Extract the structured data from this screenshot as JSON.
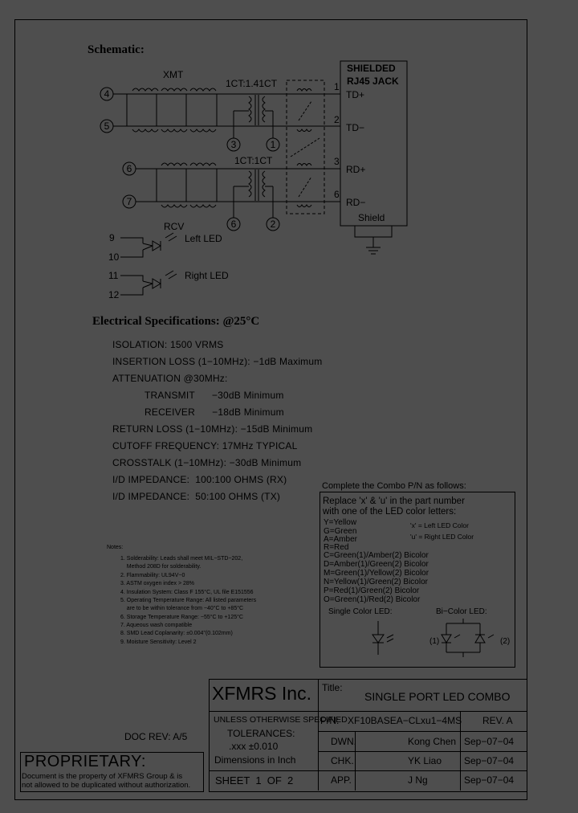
{
  "schematic": {
    "title": "Schematic:",
    "jack_title_1": "SHIELDED",
    "jack_title_2": "RJ45 JACK",
    "jack_pins": [
      "TD+",
      "TD−",
      "RD+",
      "RD−"
    ],
    "jack_pin_numbers": [
      "1",
      "2",
      "3",
      "6"
    ],
    "shield_label": "Shield",
    "xmt_label": "XMT",
    "rcv_label": "RCV",
    "xmt_ratio": "1CT:1.41CT",
    "rcv_ratio": "1CT:1CT",
    "left_pins": [
      "4",
      "5",
      "6",
      "7"
    ],
    "tap_pins": [
      "3",
      "1",
      "6",
      "2"
    ],
    "led_pins": [
      "9",
      "10",
      "11",
      "12"
    ],
    "left_led": "Left LED",
    "right_led": "Right LED"
  },
  "electrical": {
    "title": "Electrical Specifications: @25°C",
    "lines": [
      "ISOLATION:  1500 VRMS",
      "INSERTION LOSS (1−10MHz): −1dB Maximum",
      "ATTENUATION @30MHz:",
      "TRANSMIT      −30dB Minimum",
      "RECEIVER      −18dB Minimum",
      "RETURN LOSS (1−10MHz): −15dB Minimum",
      "CUTOFF FREQUENCY: 17MHz TYPICAL",
      "CROSSTALK (1−10MHz): −30dB Minimum",
      "I/D IMPEDANCE:  100:100 OHMS (RX)",
      "I/D IMPEDANCE:  50:100 OHMS (TX)"
    ]
  },
  "notes": {
    "title": "Notes:",
    "items": [
      "1. Solderability: Leads shall meet MIL−STD−202,",
      "    Method 208D for solderability.",
      "2. Flammability: UL94V−0",
      "3. ASTM oxygen index > 28%",
      "4. Insulation System: Class F 155°C, UL file E151556",
      "5. Operating Temperature Range: All listed parameters",
      "    are to be within tolerance from −40°C to +85°C",
      "6. Storage Temperature Range: −55°C to +125°C",
      "7. Aqueous wash compatible",
      "8. SMD Lead Coplanarity: ±0.004\"(0.102mm)",
      "9. Moisture Sensitivity: Level 2"
    ]
  },
  "combo": {
    "title": "Complete the Combo P/N as follows:",
    "lines": [
      "Replace 'x' & 'u' in the part number",
      "with one of the LED color letters:"
    ],
    "colors": [
      "Y=Yellow",
      "G=Green",
      "A=Amber",
      "R=Red",
      "C=Green(1)/Amber(2) Bicolor",
      "D=Amber(1)/Green(2) Bicolor",
      "M=Green(1)/Yellow(2) Bicolor",
      "N=Yellow(1)/Green(2) Bicolor",
      "P=Red(1)/Green(2) Bicolor",
      "O=Green(1)/Red(2) Bicolor"
    ],
    "x_def": "'x' = Left LED Color",
    "u_def": "'u' = Right LED Color",
    "single_led": "Single Color LED:",
    "bi_led": "Bi−Color LED:",
    "bi_1": "(1)",
    "bi_2": "(2)"
  },
  "title_block": {
    "company": "XFMRS Inc.",
    "title_label": "Title:",
    "title_value": "SINGLE PORT LED COMBO",
    "tol_1": "UNLESS OTHERWISE SPECIFIED",
    "tol_2": "TOLERANCES:",
    "tol_3": ".xxx ±0.010",
    "tol_4": "Dimensions in Inch",
    "sheet": "SHEET  1  OF  2",
    "pn_label": "P/N:",
    "pn_value": "XF10BASEA−CLxu1−4MS",
    "rev": "REV. A",
    "dwn_label": "DWN.",
    "dwn_name": "Kong Chen",
    "dwn_date": "Sep−07−04",
    "chk_label": "CHK.",
    "chk_name": "YK Liao",
    "chk_date": "Sep−07−04",
    "app_label": "APP.",
    "app_name": "J Ng",
    "app_date": "Sep−07−04"
  },
  "doc_rev": "DOC REV: A/5",
  "proprietary": {
    "title": "PROPRIETARY:",
    "line1": "Document is the property of XFMRS Group & is",
    "line2": "not allowed to be duplicated without authorization."
  }
}
